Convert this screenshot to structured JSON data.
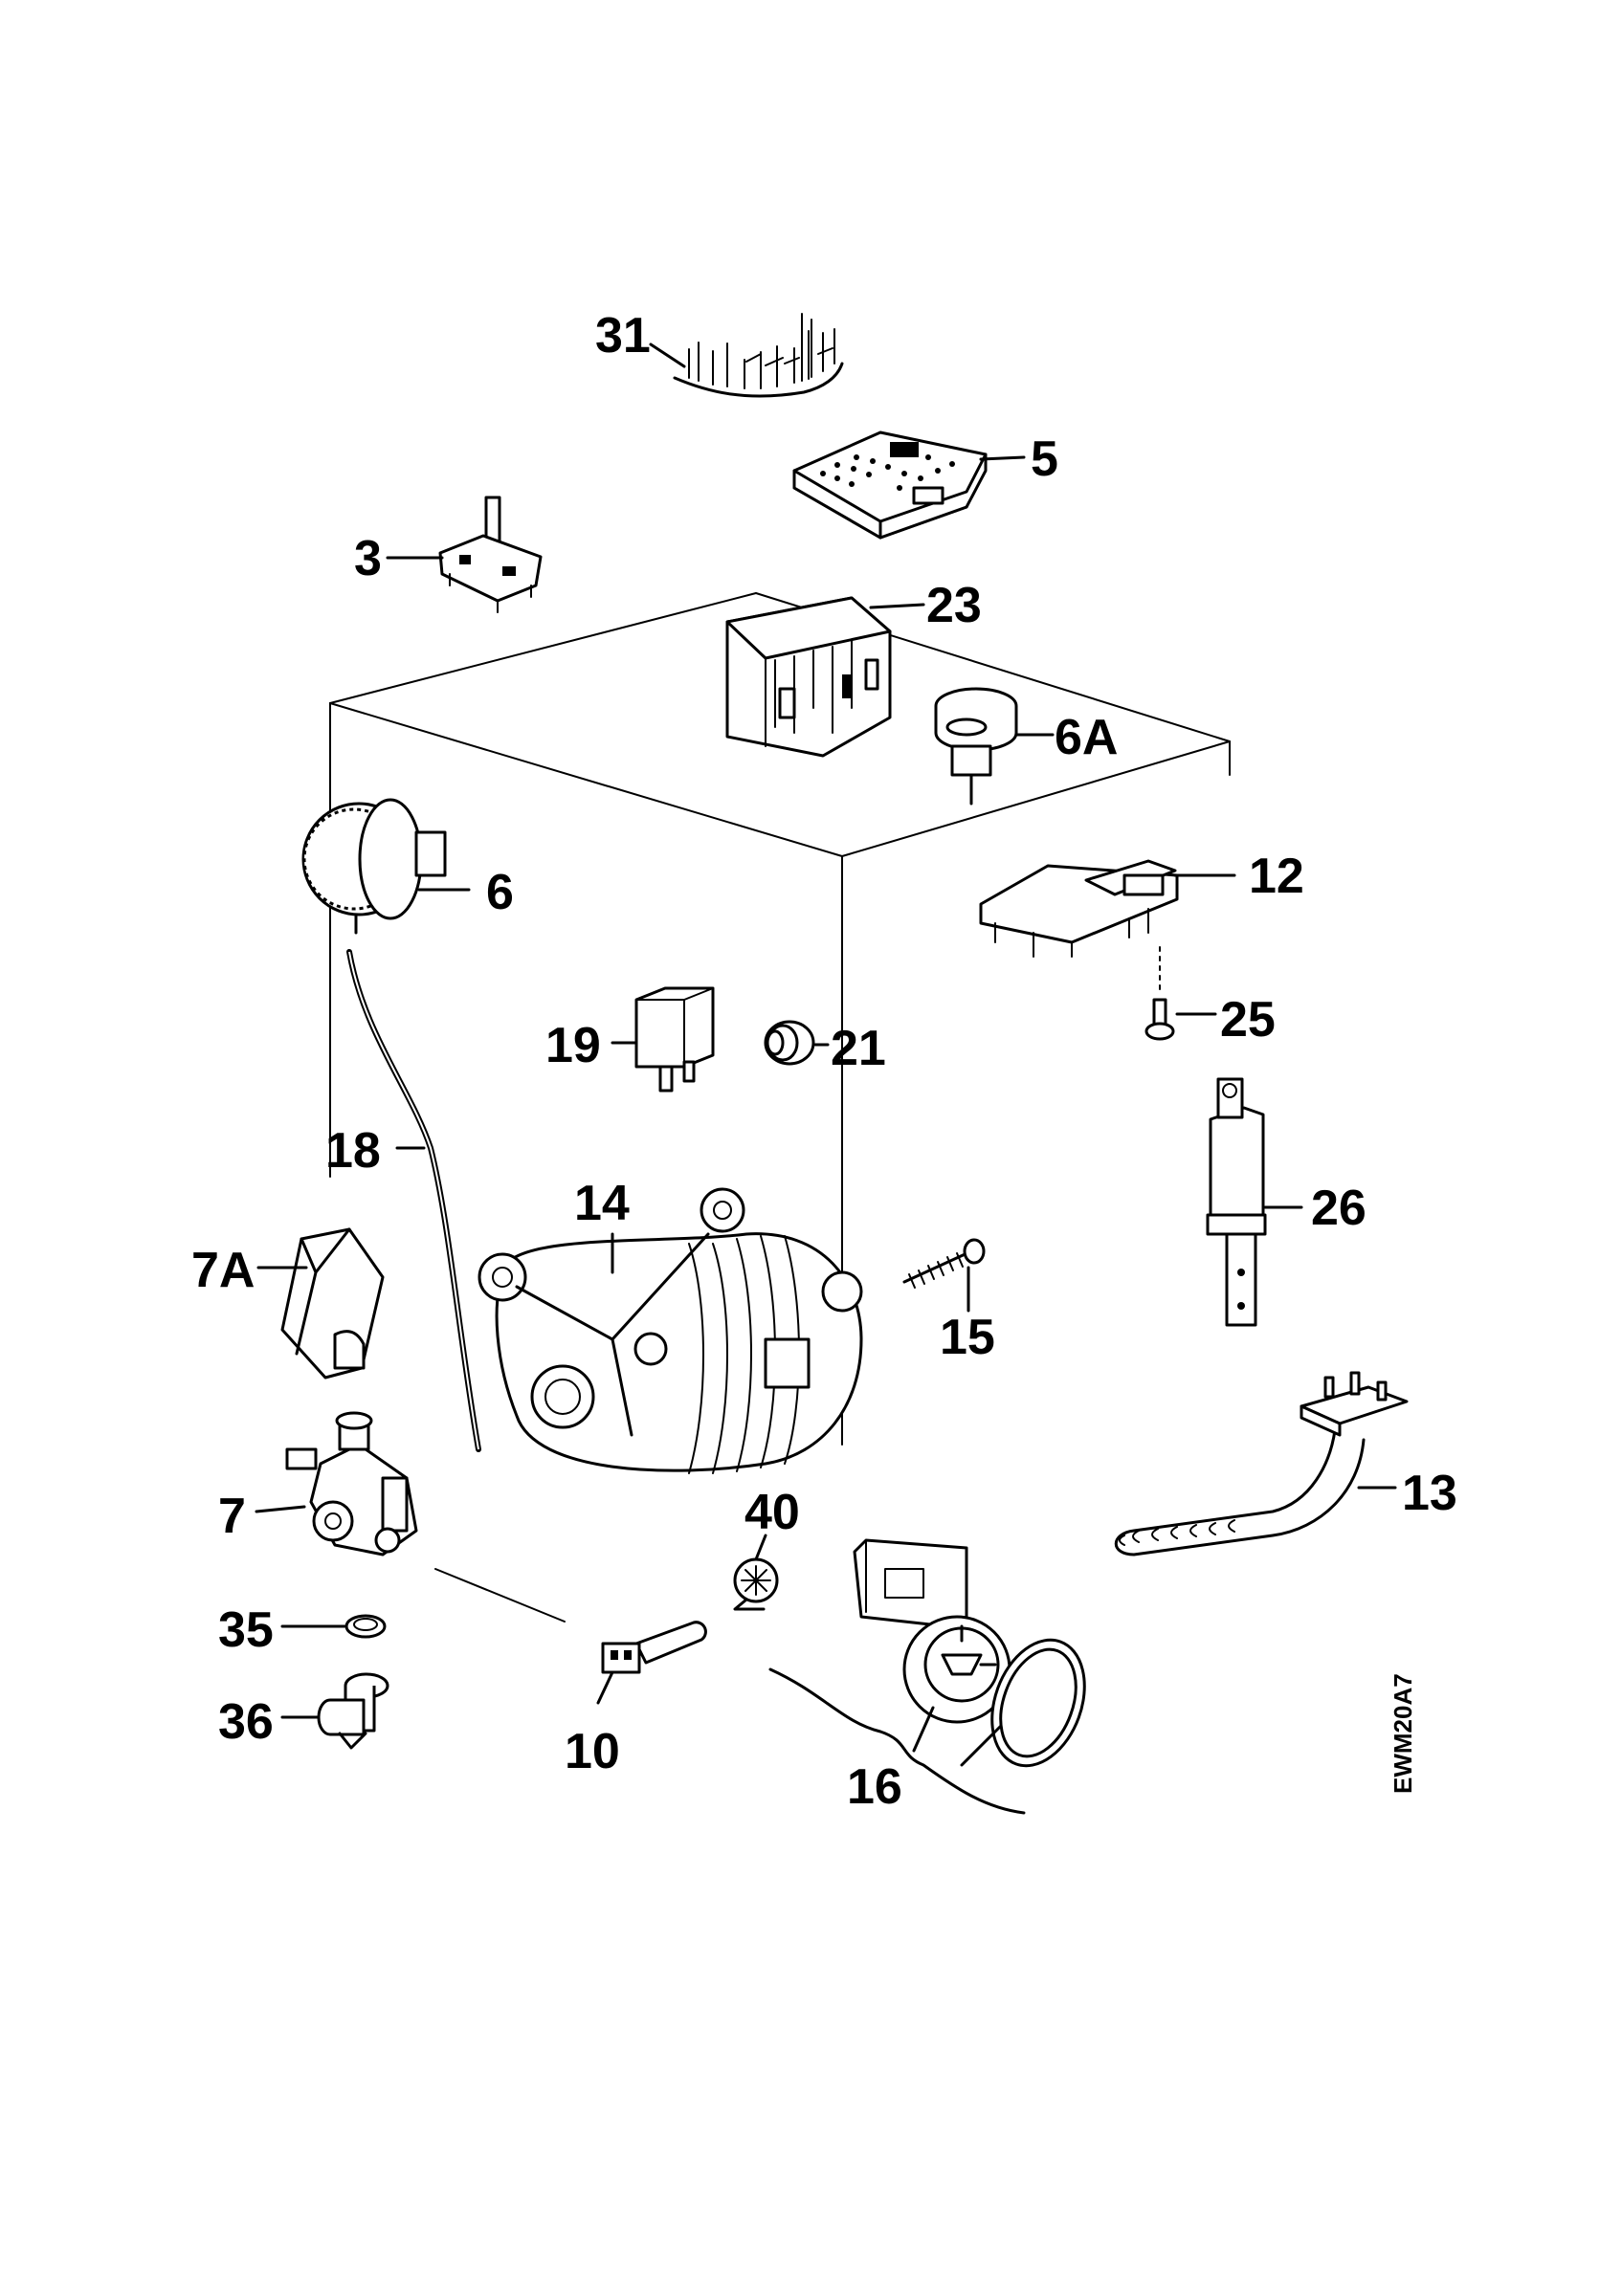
{
  "diagram": {
    "document_code": "EWM20A7",
    "parts": [
      {
        "id": "p31",
        "label": "31"
      },
      {
        "id": "p5",
        "label": "5"
      },
      {
        "id": "p3",
        "label": "3"
      },
      {
        "id": "p23",
        "label": "23"
      },
      {
        "id": "p6A",
        "label": "6A"
      },
      {
        "id": "p6",
        "label": "6"
      },
      {
        "id": "p12",
        "label": "12"
      },
      {
        "id": "p25",
        "label": "25"
      },
      {
        "id": "p19",
        "label": "19"
      },
      {
        "id": "p21",
        "label": "21"
      },
      {
        "id": "p18",
        "label": "18"
      },
      {
        "id": "p14",
        "label": "14"
      },
      {
        "id": "p26",
        "label": "26"
      },
      {
        "id": "p7A",
        "label": "7A"
      },
      {
        "id": "p15",
        "label": "15"
      },
      {
        "id": "p13",
        "label": "13"
      },
      {
        "id": "p7",
        "label": "7"
      },
      {
        "id": "p40",
        "label": "40"
      },
      {
        "id": "p35",
        "label": "35"
      },
      {
        "id": "p36",
        "label": "36"
      },
      {
        "id": "p10",
        "label": "10"
      },
      {
        "id": "p16",
        "label": "16"
      }
    ]
  }
}
